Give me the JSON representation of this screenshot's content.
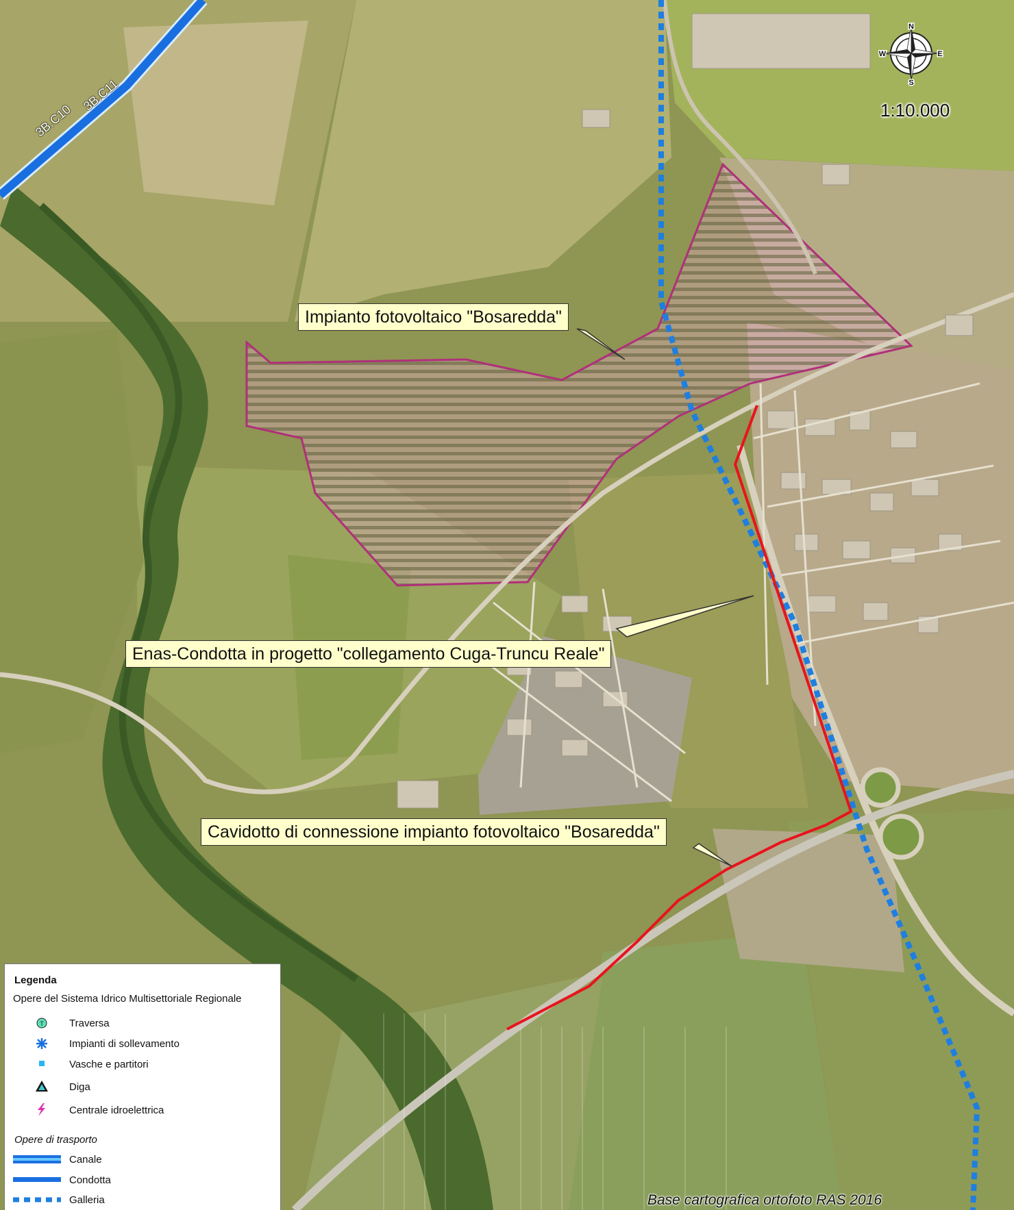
{
  "map": {
    "scale": "1:10.000",
    "compass": {
      "n": "N",
      "s": "S",
      "e": "E",
      "w": "W"
    },
    "credit": "Base cartografica ortofoto RAS 2016",
    "line_label_1": "3B.C10",
    "line_label_2": "3B.C11",
    "callouts": [
      {
        "text": "Impianto fotovoltaico \"Bosaredda\""
      },
      {
        "text": "Enas-Condotta in progetto \"collegamento Cuga-Truncu Reale\""
      },
      {
        "text": "Cavidotto di connessione impianto fotovoltaico \"Bosaredda\""
      }
    ],
    "colors": {
      "plant_outline": "#b0307a",
      "cable_red": "#e8141c",
      "gallery_blue": "#1e7fe0",
      "condotta_blue": "#1a6fe0"
    }
  },
  "legend": {
    "title": "Legenda",
    "subtitle": "Opere del Sistema Idrico Multisettoriale Regionale",
    "items": [
      {
        "label": "Traversa",
        "icon": "traversa-icon"
      },
      {
        "label": "Impianti di sollevamento",
        "icon": "asterisk-icon"
      },
      {
        "label": "Vasche e partitori",
        "icon": "square-icon"
      },
      {
        "label": "Diga",
        "icon": "triangle-icon"
      },
      {
        "label": "Centrale idroelettrica",
        "icon": "lightning-icon"
      }
    ],
    "subtitle2": "Opere di trasporto",
    "transport": [
      {
        "label": "Canale"
      },
      {
        "label": "Condotta"
      },
      {
        "label": "Galleria"
      }
    ]
  }
}
